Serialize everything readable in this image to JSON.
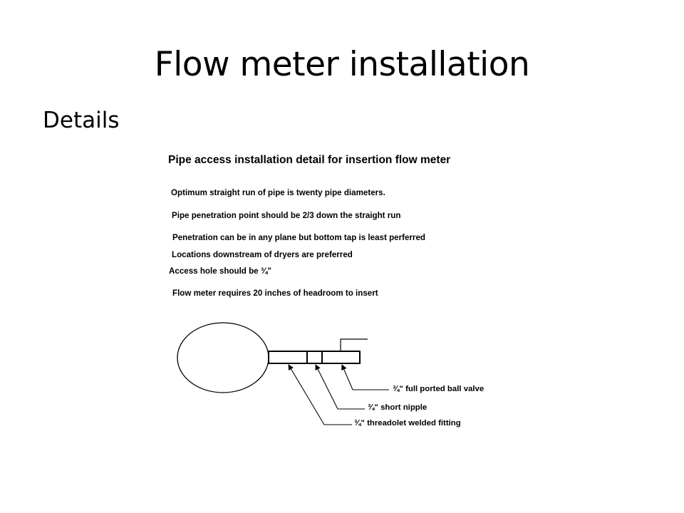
{
  "slide": {
    "title": "Flow meter installation",
    "subtitle": "Details"
  },
  "diagram": {
    "title": "Pipe access installation detail for insertion flow meter",
    "notes": [
      "Optimum straight run of pipe is twenty pipe diameters.",
      "Pipe penetration point should be 2/3 down the straight run",
      "Penetration can be in any plane but bottom tap is least perferred",
      "Locations downstream of dryers are preferred",
      "Access hole should be ¾\"",
      "Flow meter requires 20 inches of headroom to insert"
    ],
    "labels": {
      "ball_valve": "¾\" full ported ball valve",
      "short_nipple": "¾\" short nipple",
      "threadolet": "¾\" threadolet welded fitting"
    }
  }
}
